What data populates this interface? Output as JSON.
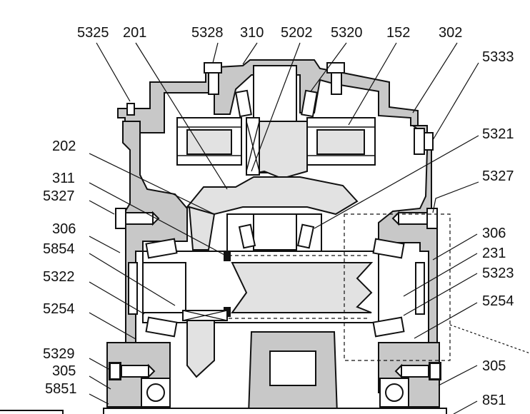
{
  "figure": {
    "labels_top": [
      "5325",
      "201",
      "5328",
      "310",
      "5202",
      "5320",
      "152",
      "302"
    ],
    "labels_left": [
      "202",
      "311",
      "5327",
      "306",
      "5854",
      "5322",
      "5254",
      "5329",
      "305",
      "5851"
    ],
    "labels_right": [
      "5333",
      "5321",
      "5327",
      "306",
      "231",
      "5323",
      "5254",
      "305",
      "851"
    ]
  }
}
